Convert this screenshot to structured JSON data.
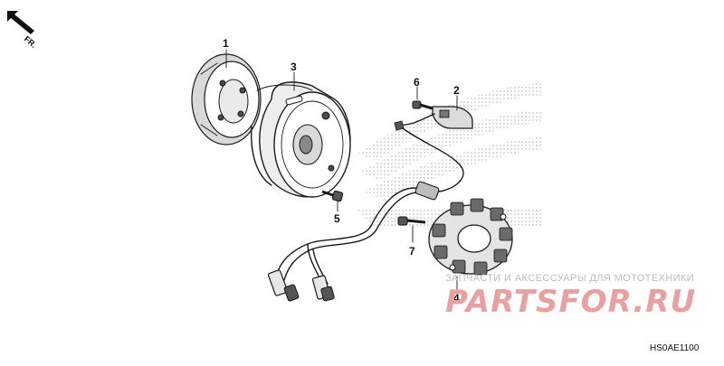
{
  "orientation": {
    "label": "FR."
  },
  "callouts": [
    {
      "id": "1",
      "label": "1"
    },
    {
      "id": "2",
      "label": "2"
    },
    {
      "id": "3",
      "label": "3"
    },
    {
      "id": "4",
      "label": "4"
    },
    {
      "id": "5",
      "label": "5"
    },
    {
      "id": "6",
      "label": "6"
    },
    {
      "id": "7",
      "label": "7"
    }
  ],
  "watermark": {
    "tagline": "ЗАПЧАСТИ И АКСЕССУАРЫ ДЛЯ МОТОТЕХНИКИ",
    "logo": "PARTSFOR.RU",
    "color": "#e8a1a1"
  },
  "reference_code": "HS0AE1100"
}
